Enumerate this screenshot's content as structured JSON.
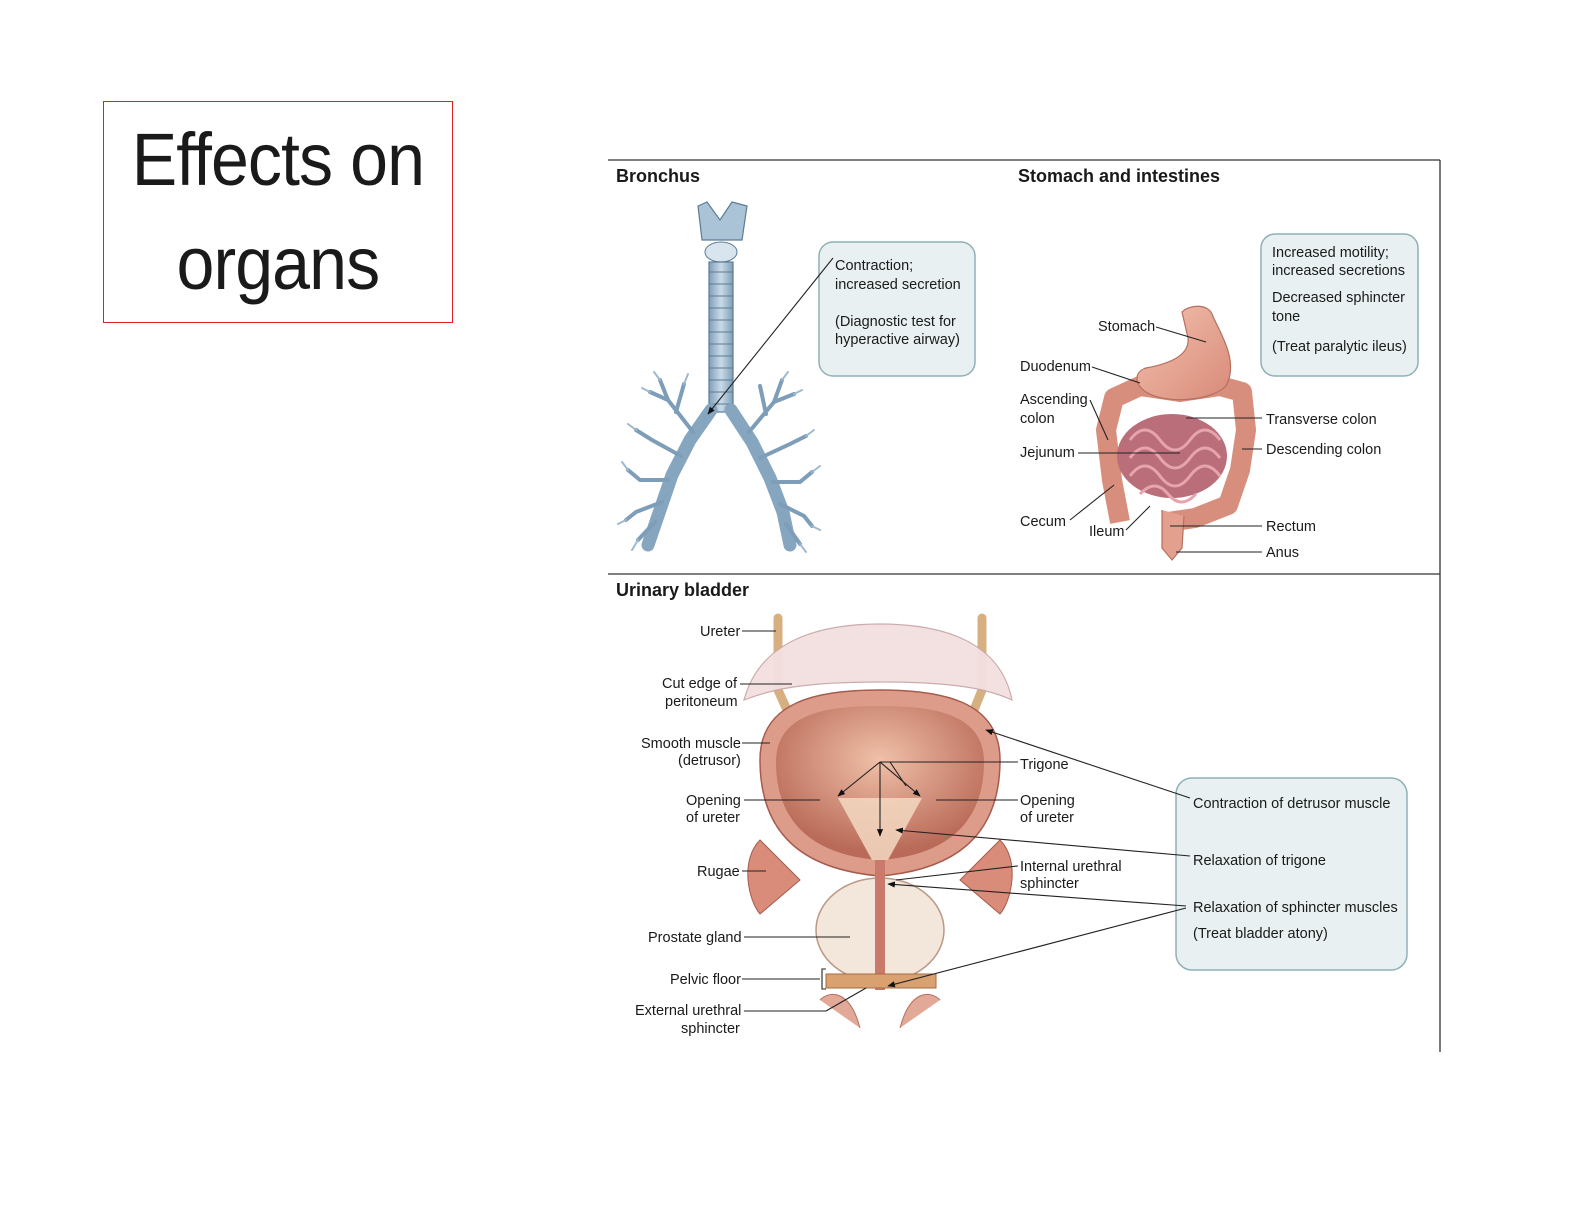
{
  "slide": {
    "title_line1": "Effects on",
    "title_line2": "organs"
  },
  "bronchus": {
    "heading": "Bronchus",
    "box": [
      "Contraction;",
      "increased secretion",
      "(Diagnostic test for",
      "hyperactive airway)"
    ]
  },
  "stomach": {
    "heading": "Stomach and intestines",
    "box": [
      "Increased motility;",
      "increased secretions",
      "Decreased sphincter",
      "tone",
      "(Treat paralytic ileus)"
    ],
    "labels": {
      "stomach": "Stomach",
      "duodenum": "Duodenum",
      "ascending1": "Ascending",
      "ascending2": "colon",
      "jejunum": "Jejunum",
      "cecum": "Cecum",
      "ileum": "Ileum",
      "transverse": "Transverse colon",
      "descending": "Descending colon",
      "rectum": "Rectum",
      "anus": "Anus"
    }
  },
  "bladder": {
    "heading": "Urinary bladder",
    "labels": {
      "ureter": "Ureter",
      "cutedge1": "Cut edge of",
      "cutedge2": "peritoneum",
      "smooth1": "Smooth muscle",
      "smooth2": "(detrusor)",
      "openingL1": "Opening",
      "openingL2": "of ureter",
      "rugae": "Rugae",
      "prostate": "Prostate gland",
      "pelvic": "Pelvic floor",
      "external1": "External urethral",
      "external2": "sphincter",
      "trigone": "Trigone",
      "openingR1": "Opening",
      "openingR2": "of ureter",
      "internal1": "Internal urethral",
      "internal2": "sphincter"
    },
    "box": [
      "Contraction of detrusor muscle",
      "Relaxation of trigone",
      "Relaxation of sphincter muscles",
      "(Treat bladder atony)"
    ]
  }
}
